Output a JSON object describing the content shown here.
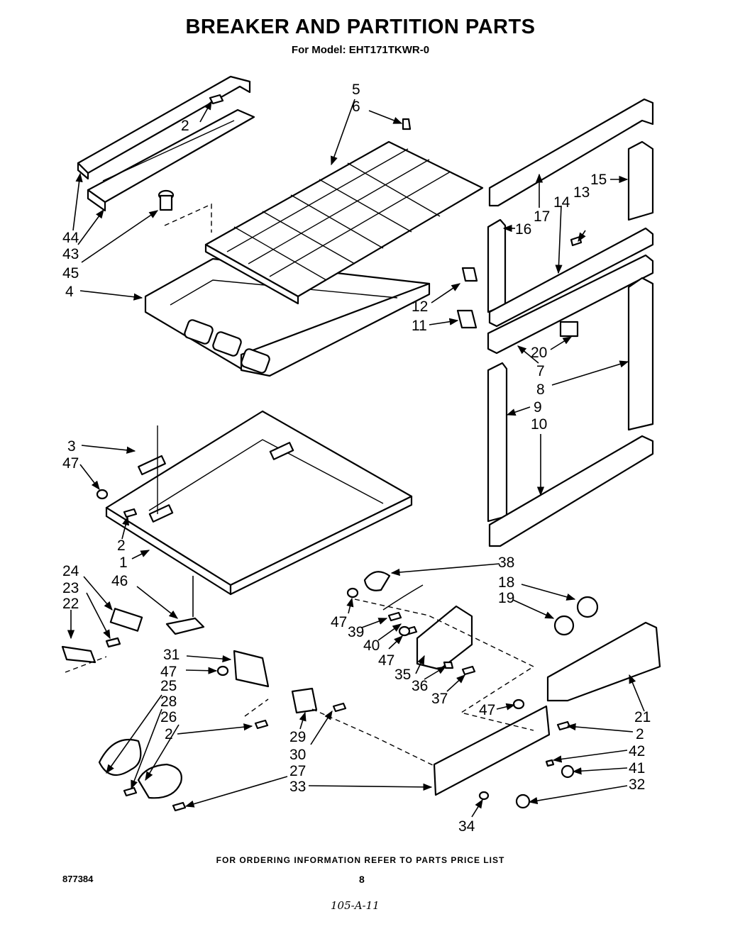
{
  "header": {
    "title": "BREAKER AND PARTITION PARTS",
    "subtitle": "For Model: EHT171TKWR-0"
  },
  "callouts": {
    "c1": "1",
    "c2a": "2",
    "c2b": "2",
    "c2c": "2",
    "c2d": "2",
    "c3": "3",
    "c4": "4",
    "c5": "5",
    "c6": "6",
    "c7": "7",
    "c8": "8",
    "c9": "9",
    "c10": "10",
    "c11": "11",
    "c12": "12",
    "c13": "13",
    "c14": "14",
    "c15": "15",
    "c16": "16",
    "c17": "17",
    "c18": "18",
    "c19": "19",
    "c20": "20",
    "c21": "21",
    "c22": "22",
    "c23": "23",
    "c24": "24",
    "c25": "25",
    "c26": "26",
    "c27": "27",
    "c28": "28",
    "c29": "29",
    "c30": "30",
    "c31": "31",
    "c32": "32",
    "c33": "33",
    "c34": "34",
    "c35": "35",
    "c36": "36",
    "c37": "37",
    "c38": "38",
    "c39": "39",
    "c40": "40",
    "c41": "41",
    "c42": "42",
    "c43": "43",
    "c44": "44",
    "c45": "45",
    "c46": "46",
    "c47a": "47",
    "c47b": "47",
    "c47c": "47",
    "c47d": "47",
    "c47e": "47"
  },
  "footer": {
    "note": "FOR ORDERING INFORMATION REFER TO PARTS PRICE LIST",
    "doc_number": "877384",
    "page_number": "8",
    "handwritten": "105-A-11"
  }
}
